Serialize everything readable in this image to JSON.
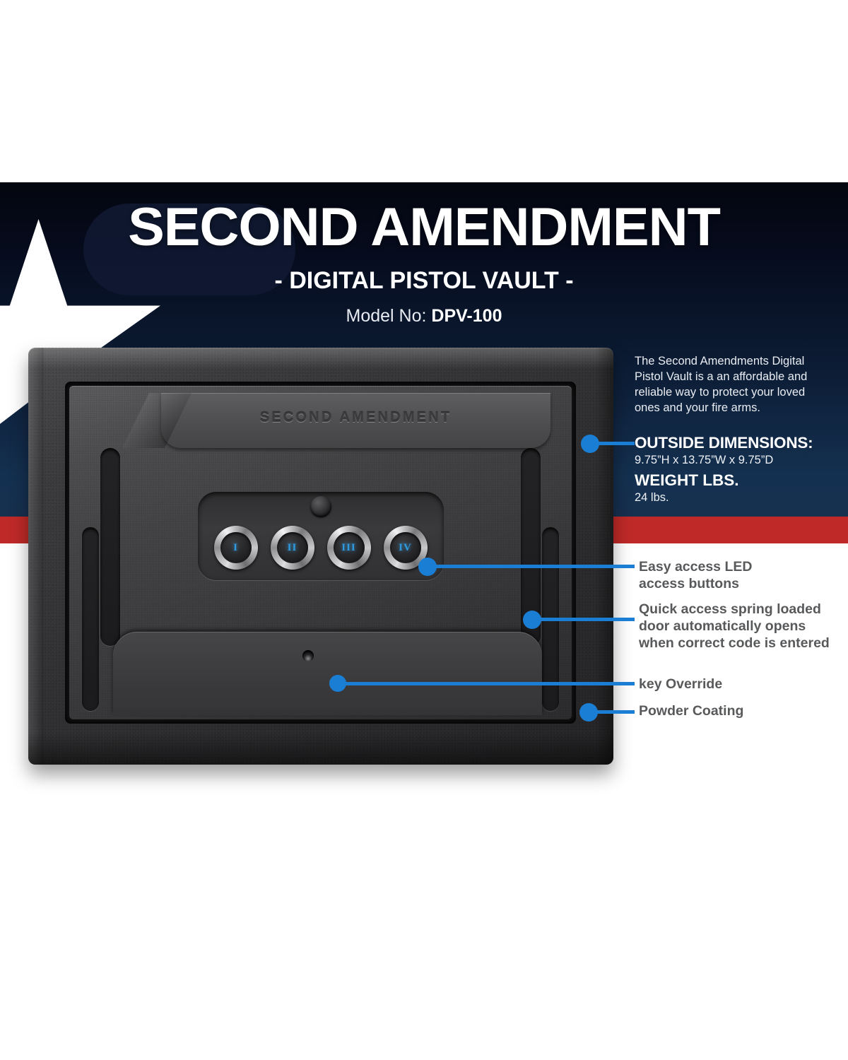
{
  "header": {
    "title": "SECOND AMENDMENT",
    "subtitle": "- DIGITAL PISTOL VAULT -",
    "model_prefix": "Model No: ",
    "model_number": "DPV-100"
  },
  "description": "The Second Amendments Digital Pistol Vault is a an affordable and reliable way to protect your loved ones and your fire arms.",
  "specs": {
    "dimensions_label": "OUTSIDE DIMENSIONS:",
    "dimensions_value": "9.75”H x 13.75”W x 9.75”D",
    "weight_label": "WEIGHT LBS.",
    "weight_value": "24 lbs."
  },
  "callouts": [
    {
      "id": "led-buttons",
      "line1": "Easy access LED",
      "line2": "access buttons"
    },
    {
      "id": "spring-door",
      "line1": "Quick access spring loaded",
      "line2": "door automatically opens",
      "line3": "when correct code is entered"
    },
    {
      "id": "key-override",
      "line1": "key Override"
    },
    {
      "id": "powder-coating",
      "line1": "Powder Coating"
    }
  ],
  "product": {
    "emboss_text": "SECOND AMENDMENT",
    "keypad": {
      "keys": [
        "I",
        "II",
        "III",
        "IV"
      ]
    }
  },
  "colors": {
    "navy_dark": "#04060f",
    "navy_light": "#17304f",
    "red": "#bf2a28",
    "accent_blue": "#1a7fd4",
    "led_blue": "#2f9ae0",
    "label_gray": "#58595b",
    "white": "#ffffff"
  }
}
